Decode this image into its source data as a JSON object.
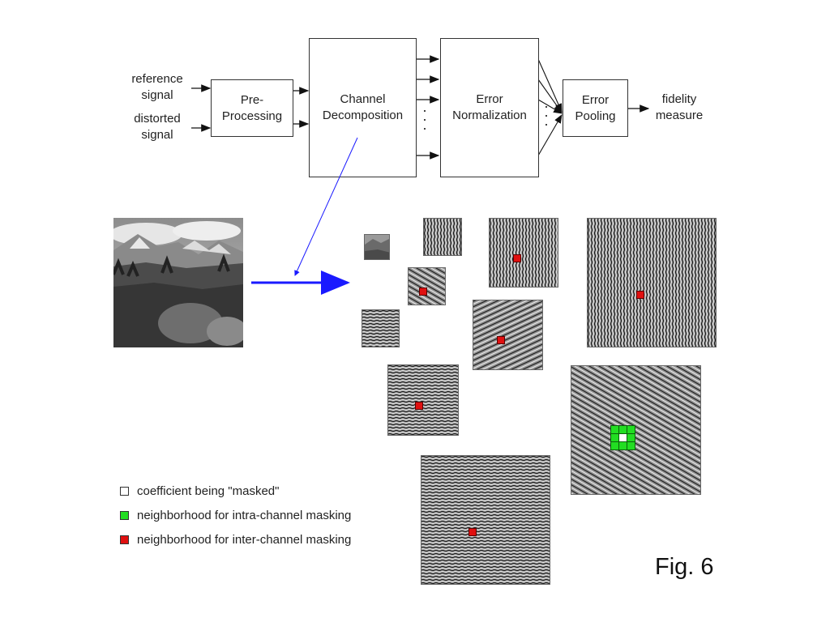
{
  "diagram": {
    "inputs": {
      "reference": "reference\nsignal",
      "distorted": "distorted\nsignal"
    },
    "blocks": {
      "preprocessing": "Pre-\nProcessing",
      "channel_decomposition": "Channel\nDecomposition",
      "error_normalization": "Error\nNormalization",
      "error_pooling": "Error\nPooling"
    },
    "output": "fidelity\nmeasure"
  },
  "legend": {
    "masked": "coefficient being \"masked\"",
    "intra": "neighborhood for intra-channel masking",
    "inter": "neighborhood for inter-channel masking"
  },
  "colors": {
    "masked": "#ffffff",
    "intra": "#22dd22",
    "inter": "#e01010",
    "arrow_blue": "#1a1aff"
  },
  "figure_label": "Fig. 6"
}
